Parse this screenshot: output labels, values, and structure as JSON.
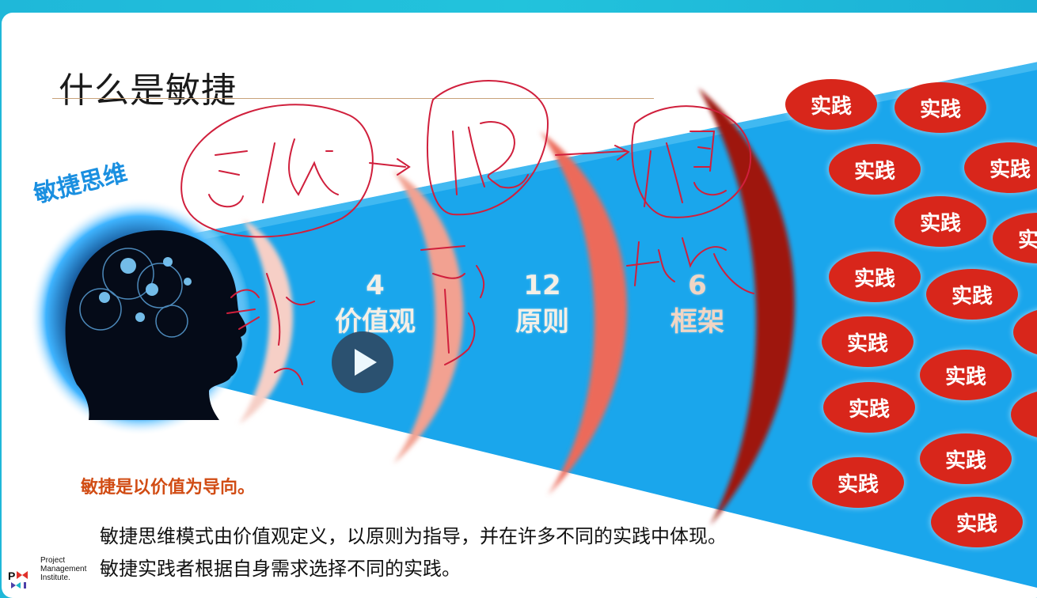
{
  "slide": {
    "title": "什么是敏捷",
    "mindset_label": "敏捷思维",
    "rings": [
      {
        "number": "4",
        "label": "价值观"
      },
      {
        "number": "12",
        "label": "原则"
      },
      {
        "number": "6",
        "label": "框架"
      }
    ],
    "practice_label": "实践",
    "lead_text": "敏捷是以价值为导向。",
    "description_lines": [
      "敏捷思维模式由价值观定义，以原则为指导，并在许多不同的实践中体现。",
      "敏捷实践者根据自身需求选择不同的实践。"
    ],
    "logo": {
      "line1": "Project",
      "line2": "Management",
      "line3": "Institute."
    }
  },
  "video": {
    "play_icon": "play-icon"
  },
  "colors": {
    "beam": "#1aa6ec",
    "practice": "#d8261b",
    "lead": "#d14c14",
    "ink": "#d01f3c"
  }
}
